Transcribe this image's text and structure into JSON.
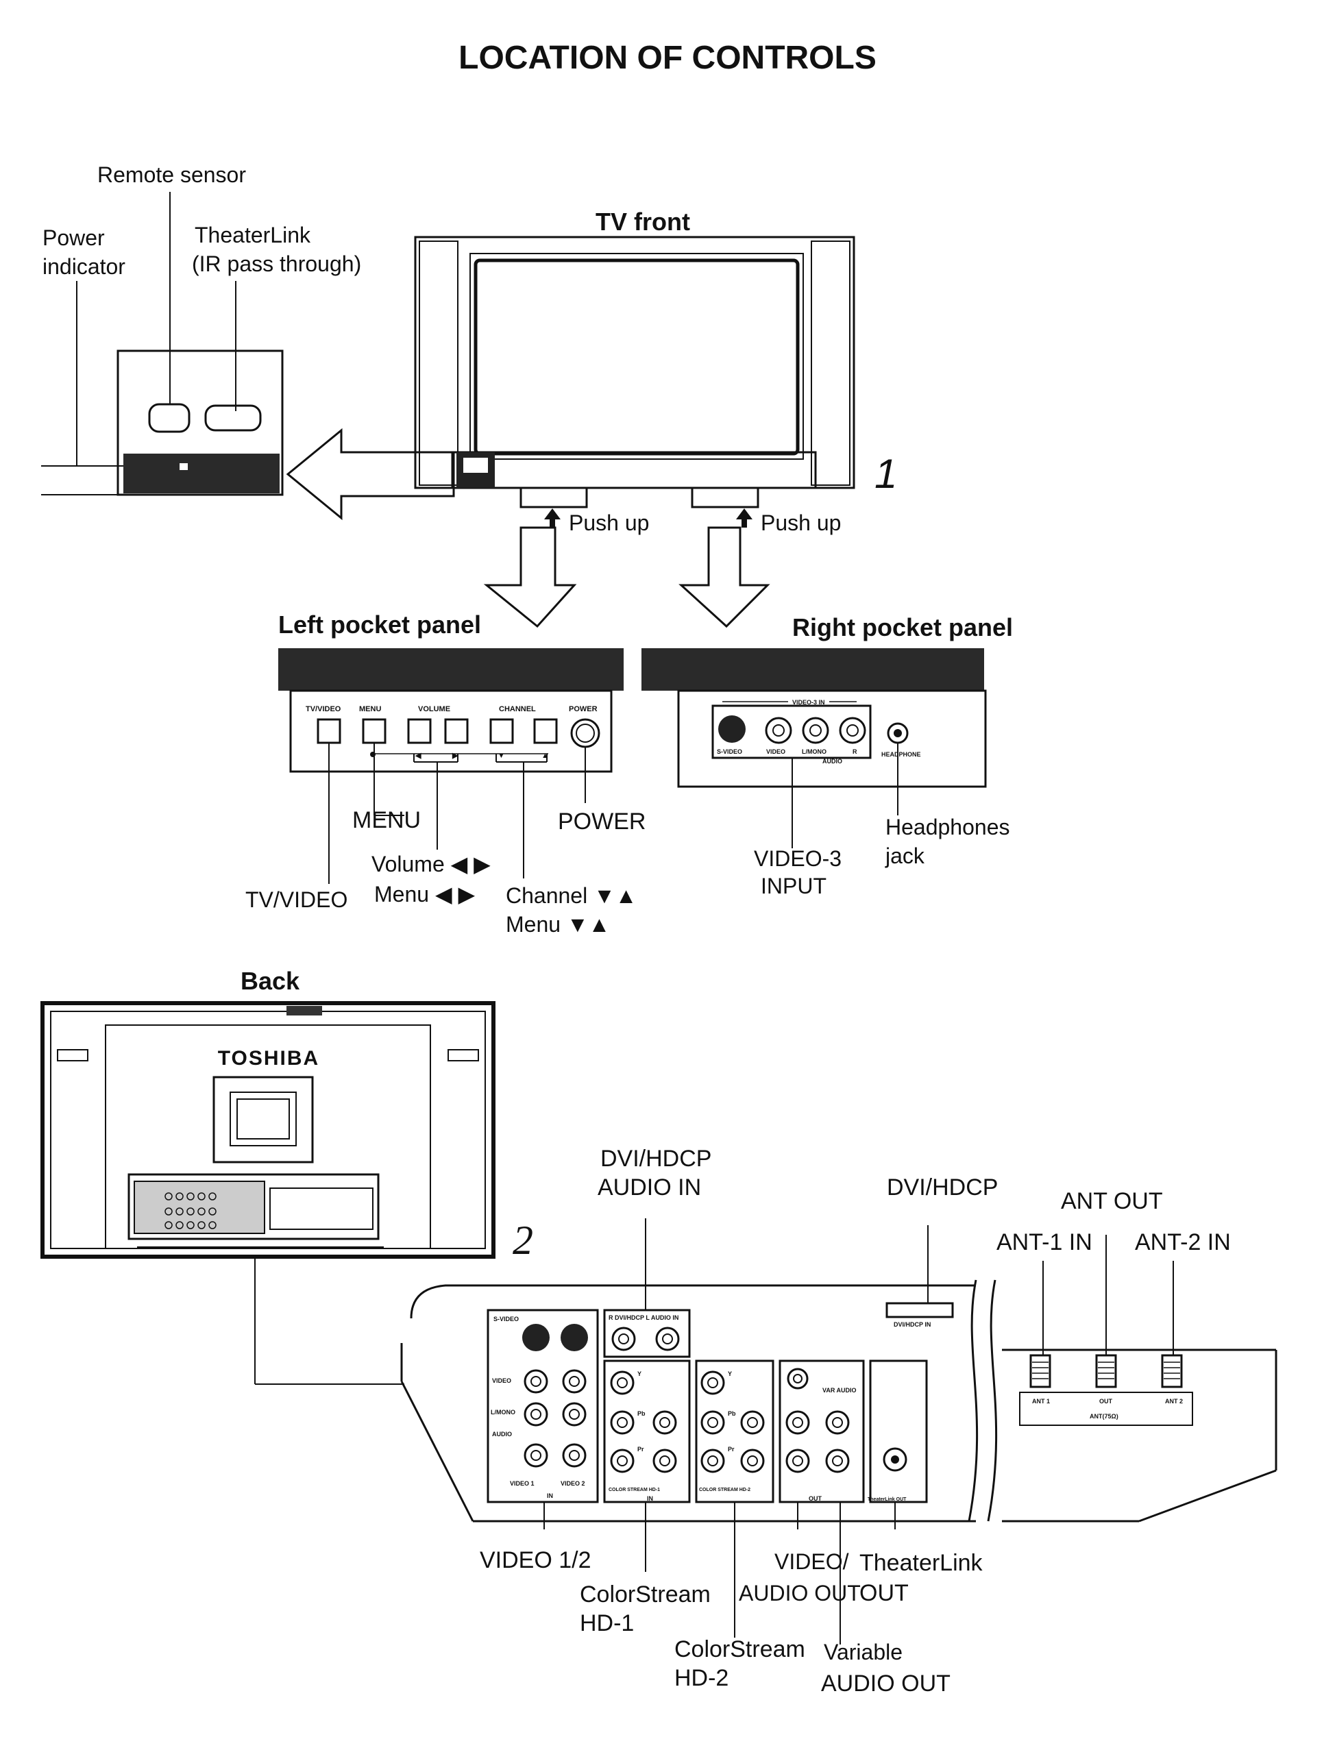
{
  "title": "LOCATION OF CONTROLS",
  "front": {
    "heading": "TV front",
    "labels": {
      "remote_sensor": "Remote sensor",
      "power_indicator_1": "Power",
      "power_indicator_2": "indicator",
      "theaterlink_1": "TheaterLink",
      "theaterlink_2": "(IR pass through)",
      "push_up_left": "Push up",
      "push_up_right": "Push up",
      "figure_number": "1"
    }
  },
  "left_pocket": {
    "heading": "Left pocket panel",
    "panel_text": {
      "tv_video": "TV/VIDEO",
      "menu": "MENU",
      "volume": "VOLUME",
      "channel": "CHANNEL",
      "power": "POWER"
    },
    "callouts": {
      "menu": "MENU",
      "power": "POWER",
      "volume": "Volume ◀ ▶",
      "volume_menu": "Menu ◀ ▶",
      "tv_video": "TV/VIDEO",
      "channel": "Channel ▼▲",
      "channel_menu": "Menu ▼▲"
    }
  },
  "right_pocket": {
    "heading": "Right pocket panel",
    "panel_text": {
      "video3_in": "VIDEO-3 IN",
      "s_video": "S-VIDEO",
      "video": "VIDEO",
      "l_mono": "L/MONO",
      "r": "R",
      "audio": "AUDIO",
      "headphone": "HEADPHONE"
    },
    "callouts": {
      "video3_1": "VIDEO-3",
      "video3_2": "INPUT",
      "headphones_1": "Headphones",
      "headphones_2": "jack"
    }
  },
  "back": {
    "heading": "Back",
    "brand": "TOSHIBA",
    "figure_number": "2",
    "callouts": {
      "dvi_audio_1": "DVI/HDCP",
      "dvi_audio_2": "AUDIO IN",
      "dvi_hdcp": "DVI/HDCP",
      "ant_out": "ANT OUT",
      "ant1_in": "ANT-1 IN",
      "ant2_in": "ANT-2 IN",
      "video12": "VIDEO 1/2",
      "colorstream_hd1_1": "ColorStream",
      "colorstream_hd1_2": "HD-1",
      "video_audio_out_1": "VIDEO/",
      "video_audio_out_2": "AUDIO OUT",
      "theaterlink_out_1": "TheaterLink",
      "theaterlink_out_2": "OUT",
      "colorstream_hd2_1": "ColorStream",
      "colorstream_hd2_2": "HD-2",
      "variable_audio_1": "Variable",
      "variable_audio_2": "AUDIO OUT"
    },
    "panel_text": {
      "s_video": "S-VIDEO",
      "video": "VIDEO",
      "l_mono": "L/MONO",
      "audio": "AUDIO",
      "r": "R",
      "l": "L",
      "video1": "VIDEO 1",
      "video2": "VIDEO 2",
      "in": "IN",
      "dvi_audio_in": "R DVI/HDCP L AUDIO IN",
      "y": "Y",
      "pb": "Pb",
      "pr": "Pr",
      "color_stream_hd1": "COLOR STREAM HD-1",
      "color_stream_hd2": "COLOR STREAM HD-2",
      "var_audio": "VAR AUDIO",
      "out": "OUT",
      "theaterlink_out": "TheaterLink OUT",
      "dvi_hdcp_in": "DVI/HDCP IN",
      "ant1": "ANT 1",
      "ant_out": "OUT",
      "ant2": "ANT 2",
      "ant_75": "ANT(75Ω)"
    }
  }
}
